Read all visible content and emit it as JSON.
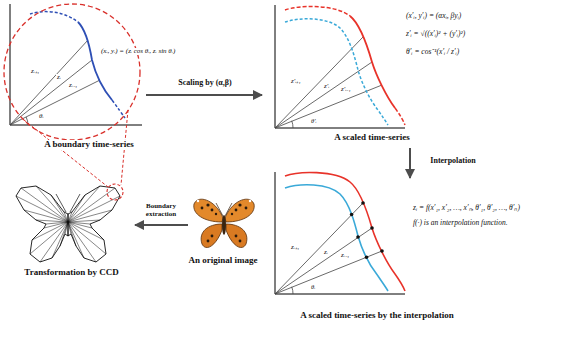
{
  "diagram": {
    "nodes": [
      {
        "text": [
          "A boundary time-series"
        ]
      },
      {
        "text": [
          "A scaled time-series"
        ]
      },
      {
        "text": [
          "A scaled time-series by the interpolation"
        ]
      },
      {
        "text": [
          "An original image"
        ]
      },
      {
        "text": [
          "Transformation by CCD"
        ]
      }
    ],
    "edges": [
      {
        "from": 0,
        "to": 1,
        "arrow": "to",
        "label": "Scaling by (α,β)"
      },
      {
        "from": 1,
        "to": 2,
        "arrow": "to",
        "label": "Interpolation"
      },
      {
        "from": 3,
        "to": 4,
        "arrow": "to",
        "label": "Boundary extraction"
      }
    ],
    "labels": [
      "(xᵢ, yᵢ) = (zᵢ cos θᵢ, zᵢ sin θᵢ)",
      "zᵢ₊₁",
      "zᵢ",
      "zᵢ₋₁",
      "θᵢ",
      "(x′ᵢ, y′ᵢ) = (αxᵢ, βyᵢ)",
      "z′ᵢ = √((x′ᵢ)² + (y′ᵢ)²)",
      "θ′ᵢ = cos⁻¹(x′ᵢ / z′ᵢ)",
      "z′ᵢ₊₁",
      "z′ᵢ",
      "z′ᵢ₋₁",
      "θ′ᵢ",
      "zᵢ = f(x′₁, x′₂, …, x′ₙ, θ′₁, θ′₂, …, θ′ₙ)",
      "f(·) is an interpolation function.",
      "zᵢ₊₁",
      "zᵢ",
      "zᵢ₋₁",
      "θᵢ"
    ]
  }
}
